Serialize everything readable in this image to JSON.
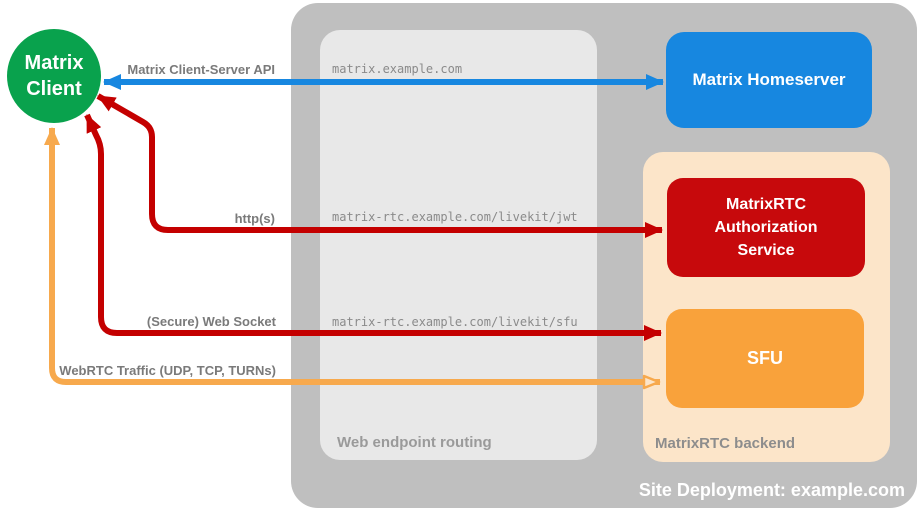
{
  "client": {
    "label_line1": "Matrix",
    "label_line2": "Client",
    "color": "#09a24d"
  },
  "deployment": {
    "label": "Site Deployment: example.com",
    "bg": "#bfbfbf"
  },
  "routing": {
    "label": "Web endpoint routing",
    "bg": "#e8e8e8",
    "endpoints": [
      "matrix.example.com",
      "matrix-rtc.example.com/livekit/jwt",
      "matrix-rtc.example.com/livekit/sfu"
    ]
  },
  "homeserver": {
    "label": "Matrix Homeserver",
    "color": "#1787e0"
  },
  "backend": {
    "label": "MatrixRTC backend",
    "bg": "#fce5c9",
    "auth_service": {
      "label": "MatrixRTC Authorization Service",
      "color": "#c7090c"
    },
    "sfu": {
      "label": "SFU",
      "color": "#f9a23b"
    }
  },
  "arrows": [
    {
      "id": "matrix-client-server-api",
      "label": "Matrix Client-Server API",
      "color": "#1787e0",
      "from": "Matrix Client",
      "to": "Matrix Homeserver",
      "via": "matrix.example.com",
      "bidirectional": true
    },
    {
      "id": "https",
      "label": "http(s)",
      "color": "#c40000",
      "from": "Matrix Client",
      "to": "MatrixRTC Authorization Service",
      "via": "matrix-rtc.example.com/livekit/jwt",
      "bidirectional": true
    },
    {
      "id": "secure-web-socket",
      "label": "(Secure) Web Socket",
      "color": "#c40000",
      "from": "Matrix Client",
      "to": "SFU",
      "via": "matrix-rtc.example.com/livekit/sfu",
      "bidirectional": true
    },
    {
      "id": "webrtc-traffic",
      "label": "WebRTC Traffic (UDP, TCP, TURNs)",
      "color": "#f7a94d",
      "from": "Matrix Client",
      "to": "SFU",
      "bidirectional": true
    }
  ]
}
